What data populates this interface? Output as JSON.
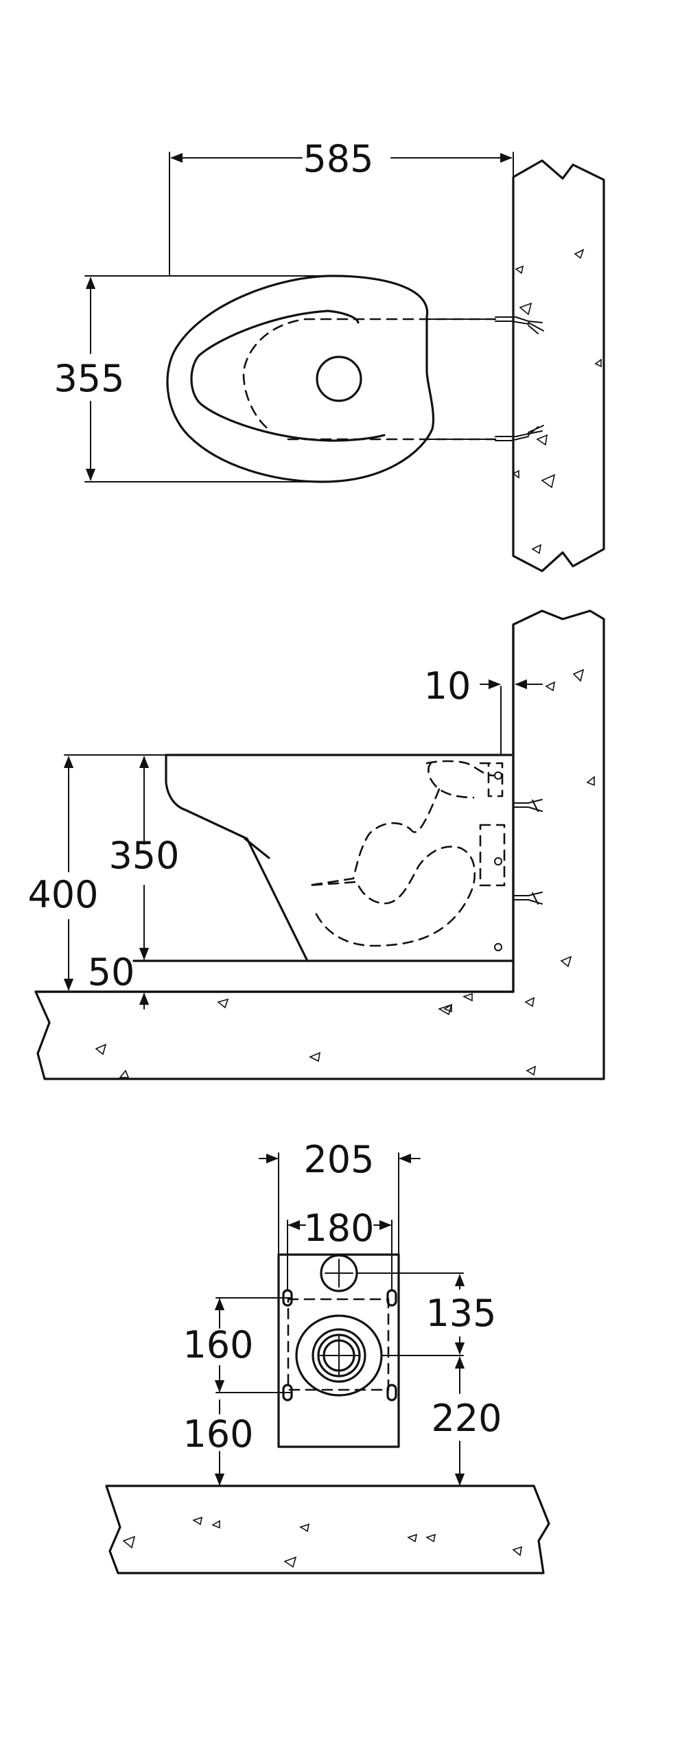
{
  "top_view": {
    "width_label": "585",
    "depth_label": "355"
  },
  "side_view": {
    "wall_gap_label": "10",
    "rim_height_label": "400",
    "bowl_height_label": "350",
    "base_label": "50"
  },
  "rear_view": {
    "outer_width_label": "205",
    "bolt_spacing_h_label": "180",
    "bolt_spacing_v_label": "160",
    "inlet_offset_label": "135",
    "bottom_bolt_height_label": "160",
    "outlet_height_label": "220"
  }
}
